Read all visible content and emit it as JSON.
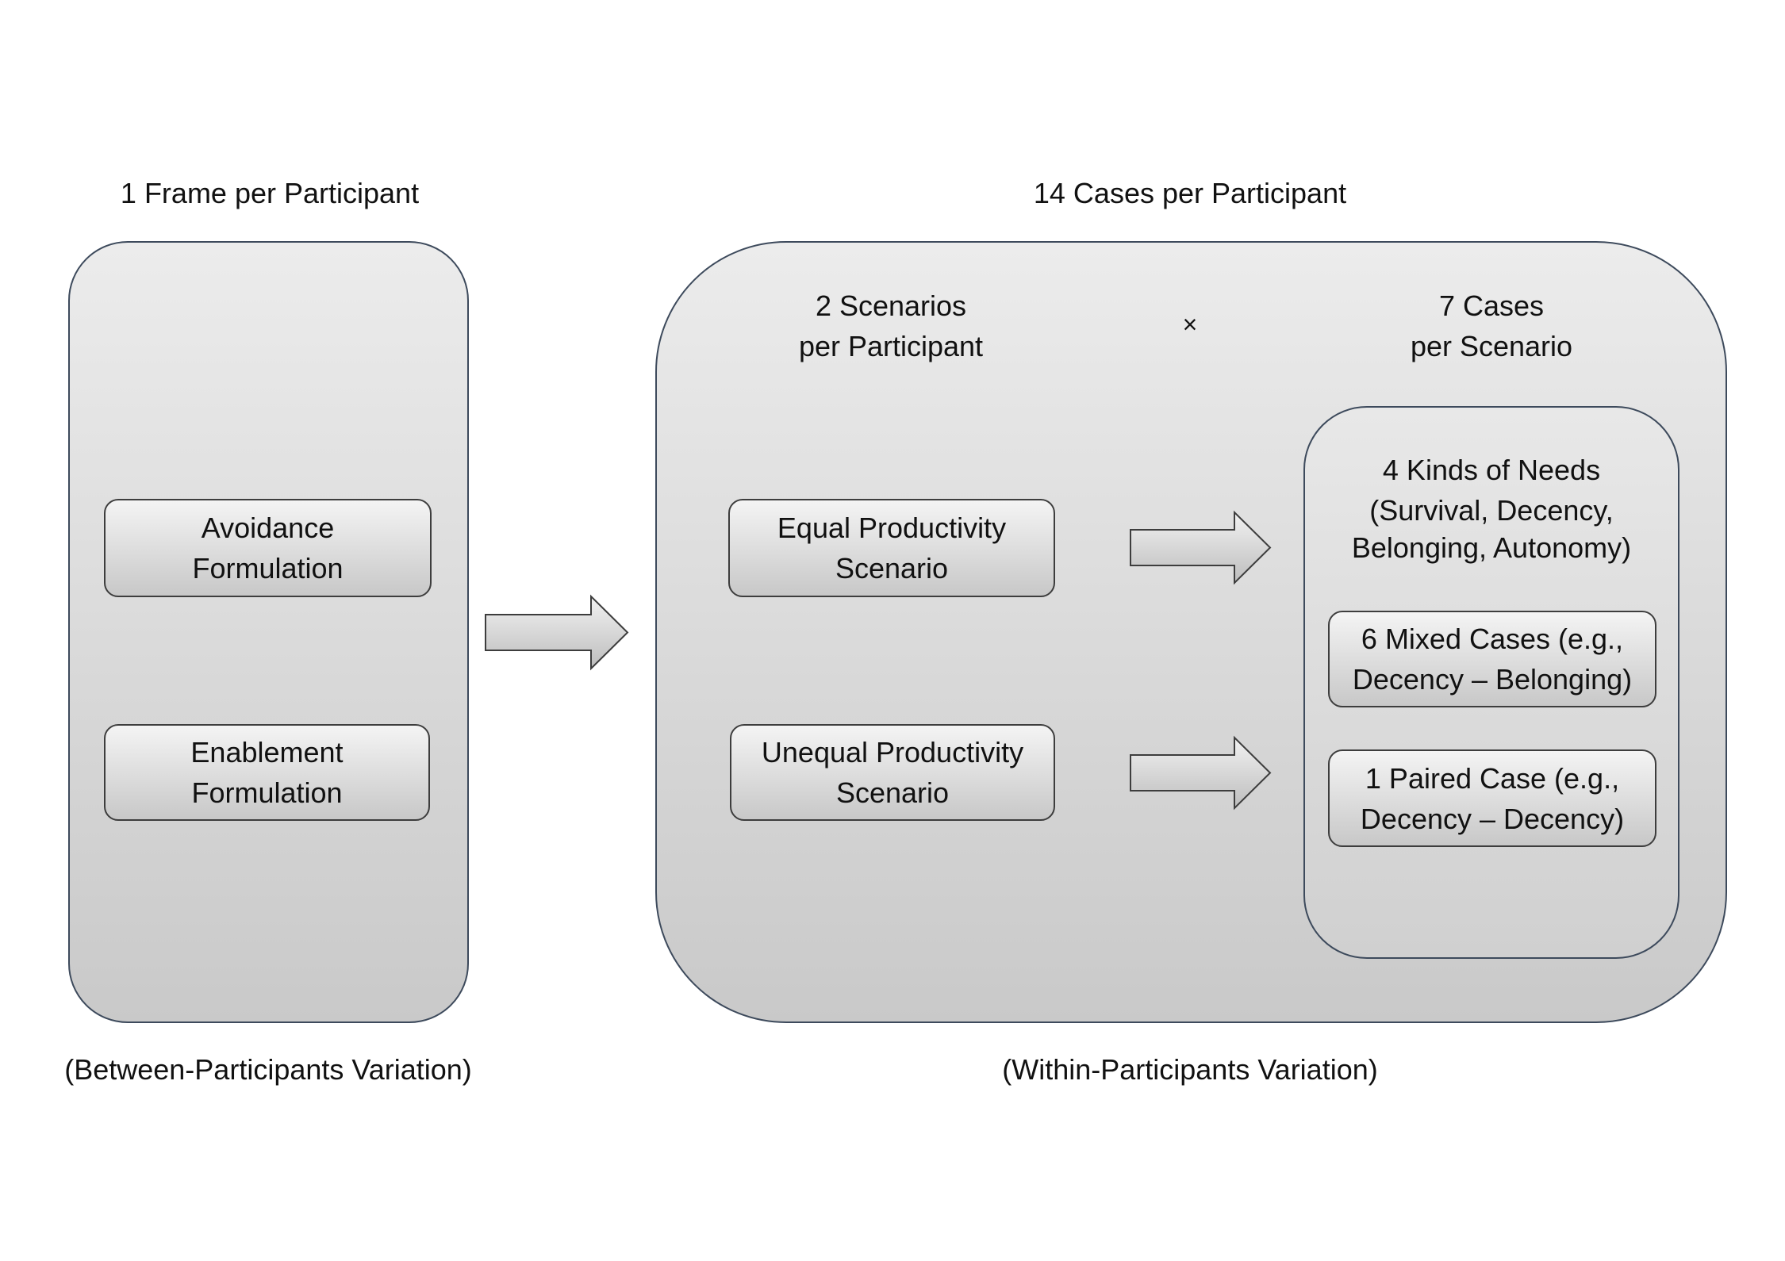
{
  "left": {
    "header": "1 Frame per Participant",
    "footer": "(Between-Participants Variation)",
    "boxes": [
      {
        "line1": "Avoidance",
        "line2": "Formulation"
      },
      {
        "line1": "Enablement",
        "line2": "Formulation"
      }
    ]
  },
  "right": {
    "header": "14 Cases per Participant",
    "footer": "(Within-Participants Variation)",
    "scenarios_header": {
      "line1": "2 Scenarios",
      "line2": "per Participant"
    },
    "times_symbol": "×",
    "cases_header": {
      "line1": "7 Cases",
      "line2": "per Scenario"
    },
    "scenarios": [
      {
        "line1": "Equal Productivity",
        "line2": "Scenario"
      },
      {
        "line1": "Unequal Productivity",
        "line2": "Scenario"
      }
    ],
    "cases": {
      "needs": {
        "line1": "4 Kinds of Needs",
        "line2": "(Survival, Decency,",
        "line3": "Belonging, Autonomy)"
      },
      "mixed": {
        "line1": "6 Mixed Cases (e.g.,",
        "line2": "Decency – Belonging)"
      },
      "paired": {
        "line1": "1 Paired Case (e.g.,",
        "line2": "Decency – Decency)"
      }
    }
  },
  "colors": {
    "panel_border": "#3d4a5c",
    "box_border": "#3d3d3d",
    "fill_top": "#ececec",
    "fill_bottom": "#c9c9c9"
  }
}
